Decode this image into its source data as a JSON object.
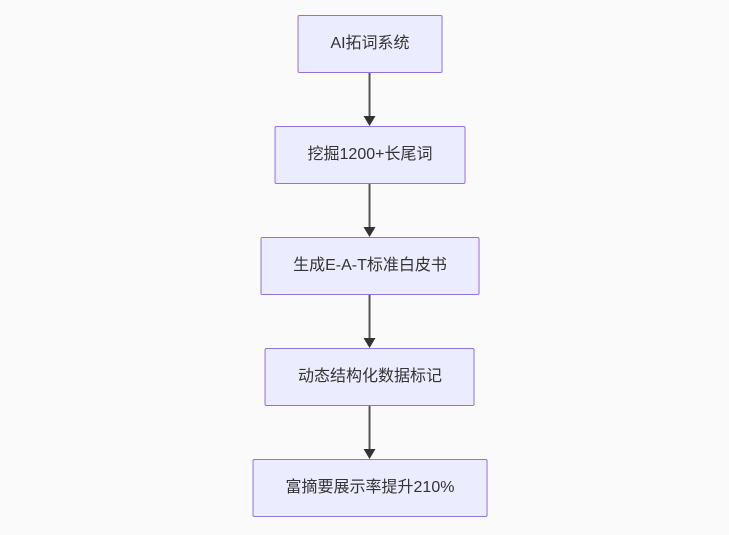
{
  "flowchart": {
    "title": "SEO AI workflow flowchart",
    "direction": "top-down",
    "nodes": [
      {
        "id": "node-1",
        "label": "AI拓词系统"
      },
      {
        "id": "node-2",
        "label": "挖掘1200+长尾词"
      },
      {
        "id": "node-3",
        "label": "生成E-A-T标准白皮书"
      },
      {
        "id": "node-4",
        "label": "动态结构化数据标记"
      },
      {
        "id": "node-5",
        "label": "富摘要展示率提升210%"
      }
    ],
    "edges": [
      {
        "from": "node-1",
        "to": "node-2",
        "arrow": "down"
      },
      {
        "from": "node-2",
        "to": "node-3",
        "arrow": "down"
      },
      {
        "from": "node-3",
        "to": "node-4",
        "arrow": "down"
      },
      {
        "from": "node-4",
        "to": "node-5",
        "arrow": "down"
      }
    ],
    "colors": {
      "background": "#fafafa",
      "node_fill": "#ECECFF",
      "node_border": "#9370DB",
      "text": "#333333",
      "arrow_line": "#555555",
      "arrow_head": "#333333"
    }
  }
}
